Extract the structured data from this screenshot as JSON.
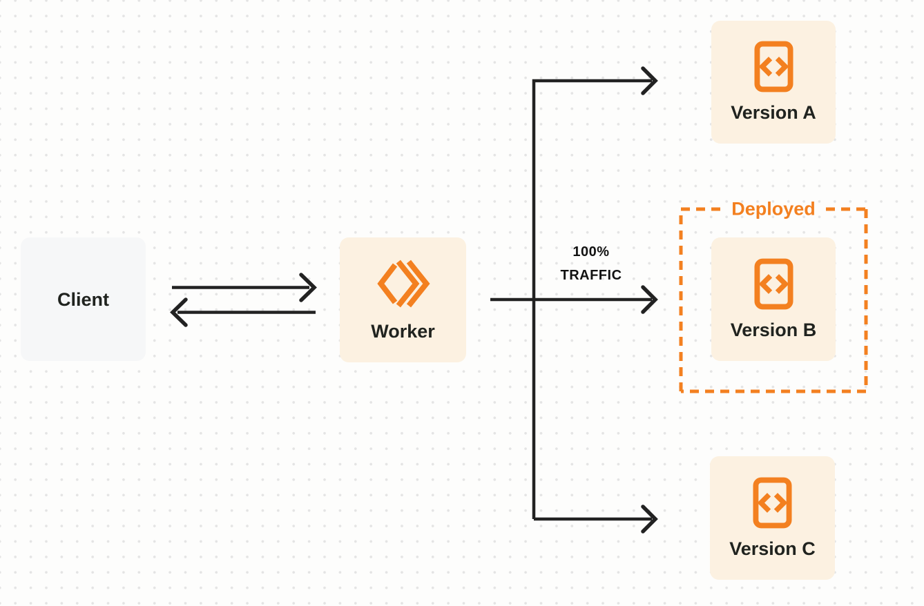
{
  "diagram": {
    "title": "worker-traffic-routing-diagram",
    "nodes": {
      "client": {
        "label": "Client"
      },
      "worker": {
        "label": "Worker"
      },
      "version_a": {
        "label": "Version A"
      },
      "version_b": {
        "label": "Version B"
      },
      "version_c": {
        "label": "Version C"
      }
    },
    "annotations": {
      "deployed": {
        "label": "Deployed"
      },
      "traffic": {
        "line1": "100%",
        "line2": "TRAFFIC"
      }
    },
    "edges": [
      {
        "from": "client",
        "to": "worker",
        "style": "request-arrow"
      },
      {
        "from": "worker",
        "to": "client",
        "style": "response-arrow"
      },
      {
        "from": "worker",
        "to": "version_a",
        "style": "branch-arrow"
      },
      {
        "from": "worker",
        "to": "version_b",
        "style": "branch-arrow",
        "label": "100% TRAFFIC"
      },
      {
        "from": "worker",
        "to": "version_c",
        "style": "branch-arrow"
      }
    ],
    "icons": {
      "worker": "double-chevron-diamond-icon",
      "version": "code-file-icon"
    },
    "colors": {
      "accent_orange": "#f38020",
      "box_cream": "#fcf1e1",
      "box_gray": "#f6f7f8",
      "connector_dark": "#222222",
      "background": "#fdfdfc",
      "dot_grid": "#e4e4e4",
      "label_dark": "#20231f"
    }
  }
}
